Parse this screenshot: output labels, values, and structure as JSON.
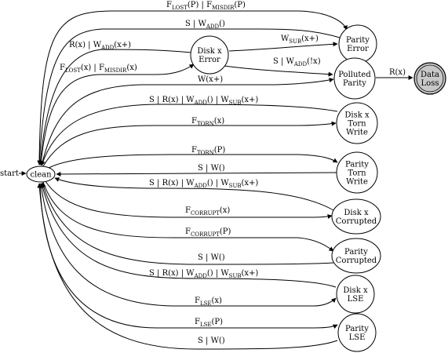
{
  "start_label": "start",
  "nodes": {
    "clean": [
      "clean"
    ],
    "disk_error": [
      "Disk x",
      "Error"
    ],
    "parity_error": [
      "Parity",
      "Error"
    ],
    "polluted_parity": [
      "Polluted",
      "Parity"
    ],
    "data_loss": [
      "Data",
      "Loss"
    ],
    "disk_torn": [
      "Disk x",
      "Torn",
      "Write"
    ],
    "parity_torn": [
      "Parity",
      "Torn",
      "Write"
    ],
    "disk_corrupted": [
      "Disk x",
      "Corrupted"
    ],
    "parity_corrupted": [
      "Parity",
      "Corrupted"
    ],
    "disk_lse": [
      "Disk x",
      "LSE"
    ],
    "parity_lse": [
      "Parity",
      "LSE"
    ]
  },
  "edges": {
    "lost_misdir_p": [
      [
        "F",
        ""
      ],
      [
        "LOST",
        "sub"
      ],
      [
        "(P) | F",
        ""
      ],
      [
        "MISDIR",
        "sub"
      ],
      [
        "(P)",
        ""
      ]
    ],
    "s_wadd_empty": [
      [
        "S | W",
        ""
      ],
      [
        "ADD",
        "sub"
      ],
      [
        "()",
        ""
      ]
    ],
    "r_wadd": [
      [
        "R(x) | W",
        ""
      ],
      [
        "ADD",
        "sub"
      ],
      [
        "(x+)",
        ""
      ]
    ],
    "wsub_x": [
      [
        "W",
        ""
      ],
      [
        "SUB",
        "sub"
      ],
      [
        "(x+)",
        ""
      ]
    ],
    "s_wadd_notx": [
      [
        "S | W",
        ""
      ],
      [
        "ADD",
        "sub"
      ],
      [
        "(!x)",
        ""
      ]
    ],
    "lost_misdir_x": [
      [
        "F",
        ""
      ],
      [
        "LOST",
        "sub"
      ],
      [
        "(x) | F",
        ""
      ],
      [
        "MISDIR",
        "sub"
      ],
      [
        "(x)",
        ""
      ]
    ],
    "w_x": [
      [
        "W(x+)",
        ""
      ]
    ],
    "r_x": [
      [
        "R(x)",
        ""
      ]
    ],
    "s_r_wadd_wsub": [
      [
        "S | R(x) | W",
        ""
      ],
      [
        "ADD",
        "sub"
      ],
      [
        "() | W",
        ""
      ],
      [
        "SUB",
        "sub"
      ],
      [
        "(x+)",
        ""
      ]
    ],
    "torn_x": [
      [
        "F",
        ""
      ],
      [
        "TORN",
        "sub"
      ],
      [
        "(x)",
        ""
      ]
    ],
    "torn_p": [
      [
        "F",
        ""
      ],
      [
        "TORN",
        "sub"
      ],
      [
        "(P)",
        ""
      ]
    ],
    "s_w": [
      [
        "S | W()",
        ""
      ]
    ],
    "corrupt_x": [
      [
        "F",
        ""
      ],
      [
        "CORRUPT",
        "sub"
      ],
      [
        "(x)",
        ""
      ]
    ],
    "corrupt_p": [
      [
        "F",
        ""
      ],
      [
        "CORRUPT",
        "sub"
      ],
      [
        "(P)",
        ""
      ]
    ],
    "lse_x": [
      [
        "F",
        ""
      ],
      [
        "LSE",
        "sub"
      ],
      [
        "(x)",
        ""
      ]
    ],
    "lse_p": [
      [
        "F",
        ""
      ],
      [
        "LSE",
        "sub"
      ],
      [
        "(P)",
        ""
      ]
    ]
  }
}
